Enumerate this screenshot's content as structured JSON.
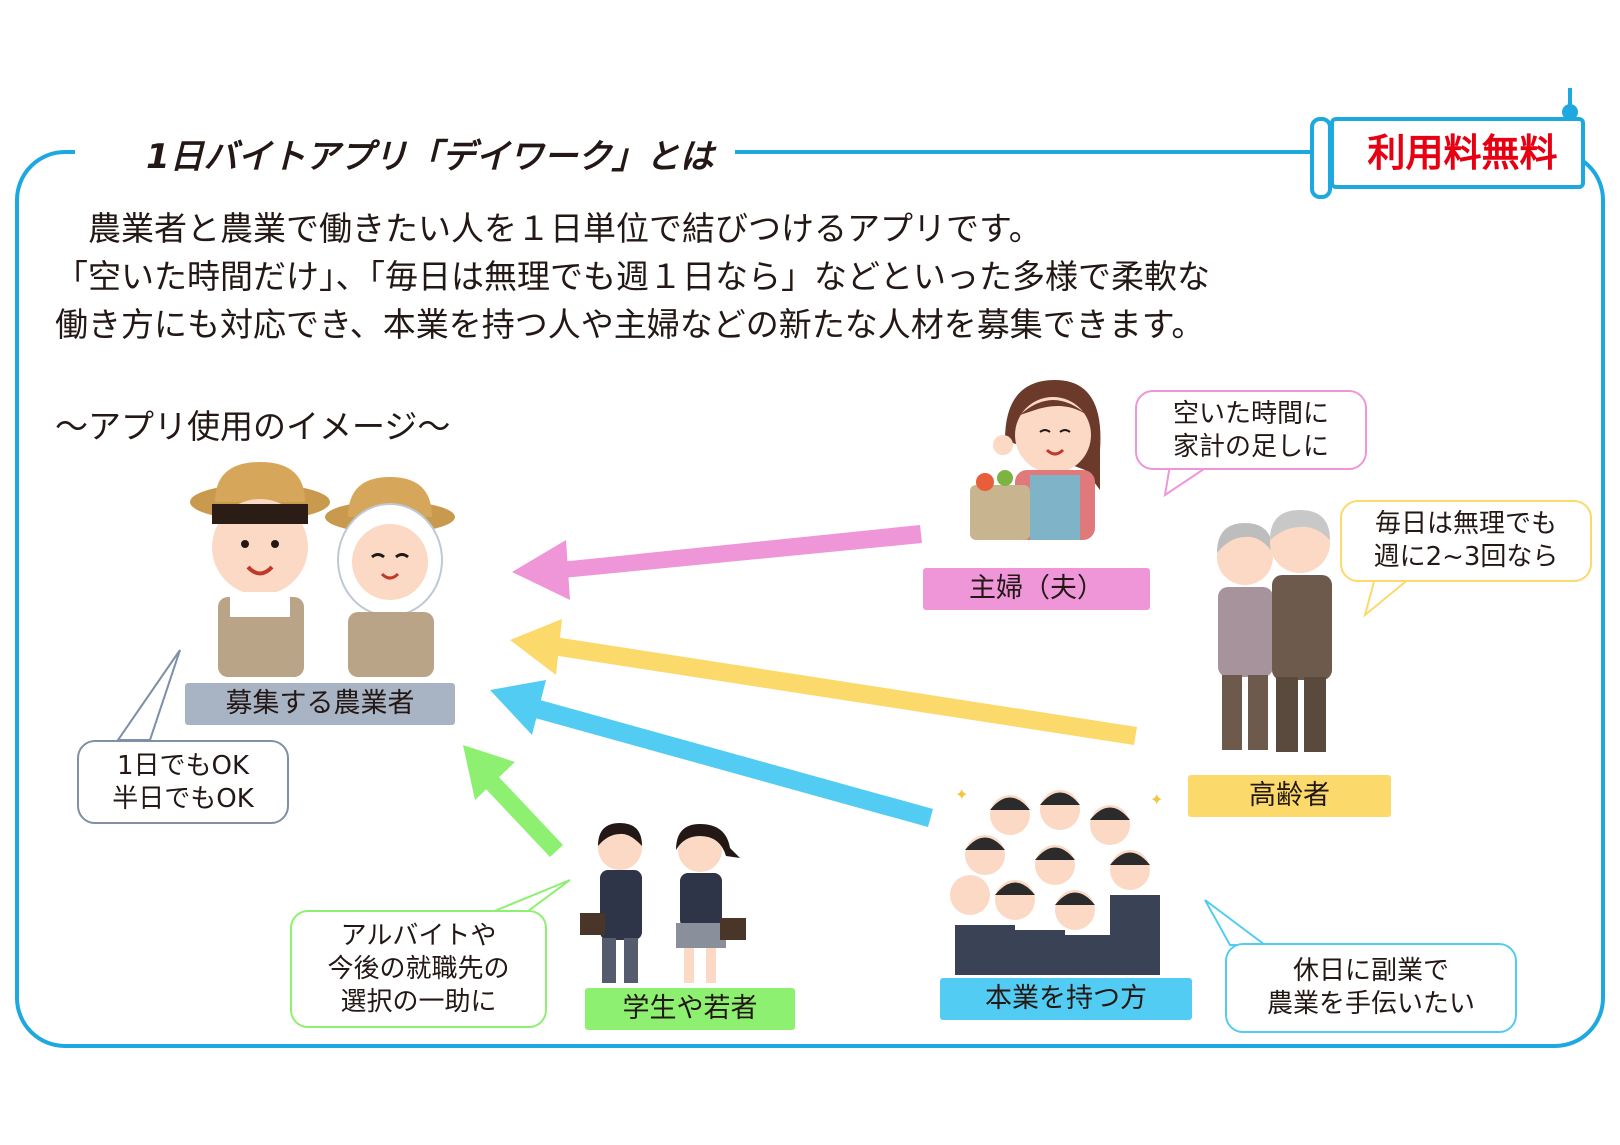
{
  "header": {
    "title": "1日バイトアプリ「デイワーク」とは",
    "badge": "利用料無料"
  },
  "intro": {
    "lines": [
      "　農業者と農業で働きたい人を１日単位で結びつけるアプリです。",
      "「空いた時間だけ」、「毎日は無理でも週１日なら」などといった多様で柔軟な",
      "働き方にも対応でき、本業を持つ人や主婦などの新たな人材を募集できます。"
    ]
  },
  "image_section": {
    "heading": "～アプリ使用のイメージ～"
  },
  "nodes": {
    "farmers": {
      "label": "募集する農業者",
      "bubble": [
        "1日でもOK",
        "半日でもOK"
      ]
    },
    "housewife": {
      "label": "主婦（夫）",
      "bubble": [
        "空いた時間に",
        "家計の足しに"
      ]
    },
    "elderly": {
      "label": "高齢者",
      "bubble": [
        "毎日は無理でも",
        "週に2~3回なら"
      ]
    },
    "workers": {
      "label": "本業を持つ方",
      "bubble": [
        "休日に副業で",
        "農業を手伝いたい"
      ]
    },
    "students": {
      "label": "学生や若者",
      "bubble": [
        "アルバイトや",
        "今後の就職先の",
        "選択の一助に"
      ]
    }
  },
  "colors": {
    "frame": "#1ea8e0",
    "badge_text": "#e60012",
    "housewife": "#ef96d8",
    "elderly": "#fcd96b",
    "workers": "#52ccf2",
    "students": "#8ef070",
    "farmers": "#a8b4c4"
  }
}
